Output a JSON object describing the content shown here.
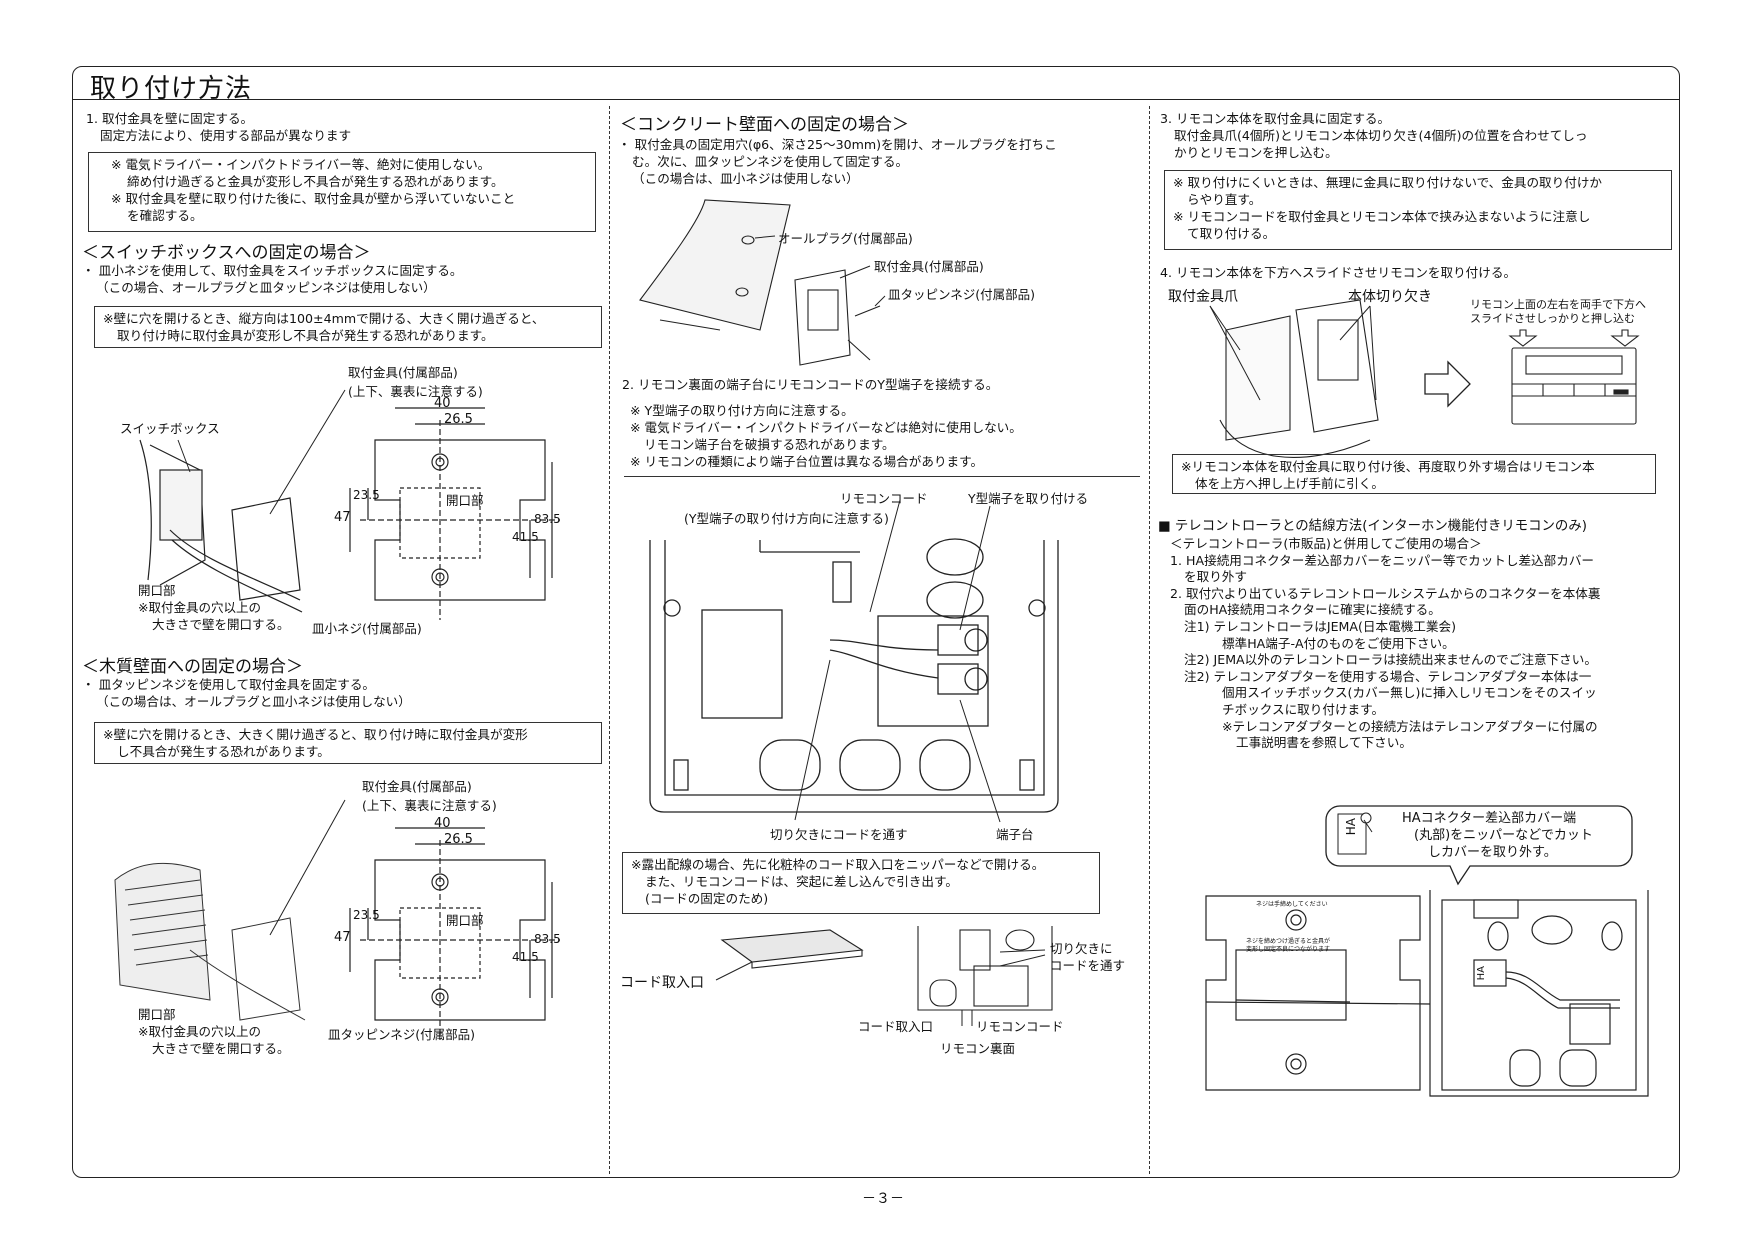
{
  "title": "取り付け方法",
  "page_number": "－３－",
  "col1": {
    "step1": [
      "1. 取付金具を壁に固定する。",
      "固定方法により、使用する部品が異なります"
    ],
    "warn1": [
      "※ 電気ドライバー・インパクトドライバー等、絶対に使用しない。",
      "締め付け過ぎると金具が変形し不具合が発生する恐れがあります。",
      "※ 取付金具を壁に取り付けた後に、取付金具が壁から浮いていないこと",
      "を確認する。"
    ],
    "switch_title": "＜スイッチボックスへの固定の場合＞",
    "switch_text": [
      "・ 皿小ネジを使用して、取付金具をスイッチボックスに固定する。",
      "（この場合、オールプラグと皿タッピンネジは使用しない）"
    ],
    "switch_warn": [
      "※壁に穴を開けるとき、縦方向は100±4mmで開ける、大きく開け過ぎると、",
      "取り付け時に取付金具が変形し不具合が発生する恐れがあります。"
    ],
    "fig1": {
      "bracket_label": [
        "取付金具(付属部品)",
        "(上下、裏表に注意する)"
      ],
      "switchbox": "スイッチボックス",
      "opening": [
        "開口部",
        "※取付金具の穴以上の",
        "大きさで壁を開口する。"
      ],
      "screw": "皿小ネジ(付属部品)",
      "opening_inner": "開口部",
      "dims": [
        "40",
        "26.5",
        "47",
        "23.5",
        "41.5",
        "83.5"
      ]
    },
    "wood_title": "＜木質壁面への固定の場合＞",
    "wood_text": [
      "・ 皿タッピンネジを使用して取付金具を固定する。",
      "（この場合は、オールプラグと皿小ネジは使用しない）"
    ],
    "wood_warn": [
      "※壁に穴を開けるとき、大きく開け過ぎると、取り付け時に取付金具が変形",
      "し不具合が発生する恐れがあります。"
    ],
    "fig2": {
      "bracket_label": [
        "取付金具(付属部品)",
        "(上下、裏表に注意する)"
      ],
      "opening": [
        "開口部",
        "※取付金具の穴以上の",
        "大きさで壁を開口する。"
      ],
      "screw": "皿タッピンネジ(付属部品)",
      "opening_inner": "開口部",
      "dims": [
        "40",
        "26.5",
        "47",
        "23.5",
        "41.5",
        "83.5"
      ]
    }
  },
  "col2": {
    "concrete_title": "＜コンクリート壁面への固定の場合＞",
    "concrete_text": [
      "・ 取付金具の固定用穴(φ6、深さ25～30mm)を開け、オールプラグを打ちこ",
      "む。次に、皿タッピンネジを使用して固定する。",
      "（この場合は、皿小ネジは使用しない）"
    ],
    "fig3": {
      "plug": "オールプラグ(付属部品)",
      "bracket": "取付金具(付属部品)",
      "screw": "皿タッピンネジ(付属部品)"
    },
    "step2": "2. リモコン裏面の端子台にリモコンコードのY型端子を接続する。",
    "step2_notes": [
      "※ Y型端子の取り付け方向に注意する。",
      "※ 電気ドライバー・インパクトドライバーなどは絶対に使用しない。",
      "リモコン端子台を破損する恐れがあります。",
      "※ リモコンの種類により端子台位置は異なる場合があります。"
    ],
    "fig4": {
      "cord": "リモコンコード",
      "cord_note": "(Y型端子の取り付け方向に注意する)",
      "attach": "Y型端子を取り付ける",
      "notch": "切り欠きにコードを通す",
      "terminal": "端子台"
    },
    "exposed_warn": [
      "※露出配線の場合、先に化粧枠のコード取入口をニッパーなどで開ける。",
      "また、リモコンコードは、突起に差し込んで引き出す。",
      "(コードの固定のため)"
    ],
    "fig5": {
      "inlet": "コード取入口",
      "notch": [
        "切り欠きに",
        "コードを通す"
      ],
      "inlet2": "コード取入口",
      "cord": "リモコンコード",
      "back": "リモコン裏面"
    }
  },
  "col3": {
    "step3": [
      "3. リモコン本体を取付金具に固定する。",
      "取付金具爪(4個所)とリモコン本体切り欠き(4個所)の位置を合わせてしっ",
      "かりとリモコンを押し込む。"
    ],
    "step3_warn": [
      "※ 取り付けにくいときは、無理に金具に取り付けないで、金具の取り付けか",
      "らやり直す。",
      "※ リモコンコードを取付金具とリモコン本体で挟み込まないように注意し",
      "て取り付ける。"
    ],
    "step4": "4. リモコン本体を下方へスライドさせリモコンを取り付ける。",
    "fig6": {
      "claw": "取付金具爪",
      "notch": "本体切り欠き",
      "slide": [
        "リモコン上面の左右を両手で下方へ",
        "スライドさせしっかりと押し込む"
      ]
    },
    "step4_warn": [
      "※リモコン本体を取付金具に取り付け後、再度取り外す場合はリモコン本",
      "体を上方へ押し上げ手前に引く。"
    ],
    "tele_title": "■ テレコントローラとの結線方法(インターホン機能付きリモコンのみ)",
    "tele_text": [
      "＜テレコントローラ(市販品)と併用してご使用の場合＞",
      "1. HA接続用コネクター差込部カバーをニッパー等でカットし差込部カバー",
      "を取り外す",
      "2. 取付穴より出ているテレコントロールシステムからのコネクターを本体裏",
      "面のHA接続用コネクターに確実に接続する。",
      "注1) テレコントローラはJEMA(日本電機工業会)",
      "標準HA端子-A付のものをご使用下さい。",
      "注2) JEMA以外のテレコントローラは接続出来ませんのでご注意下さい。",
      "注2) テレコンアダプターを使用する場合、テレコンアダプター本体は一",
      "個用スイッチボックス(カバー無し)に挿入しリモコンをそのスイッ",
      "チボックスに取り付けます。",
      "※テレコンアダプターとの接続方法はテレコンアダプターに付属の",
      "工事説明書を参照して下さい。"
    ],
    "fig7": {
      "callout": [
        "HAコネクター差込部カバー端",
        "(丸部)をニッパーなどでカット",
        "しカバーを取り外す。"
      ],
      "ha": "HA",
      "plate_text": [
        "ネジは手締めしてください",
        "ネジを締めつけ過ぎると金具が",
        "変形し固定不良につながります"
      ]
    }
  }
}
